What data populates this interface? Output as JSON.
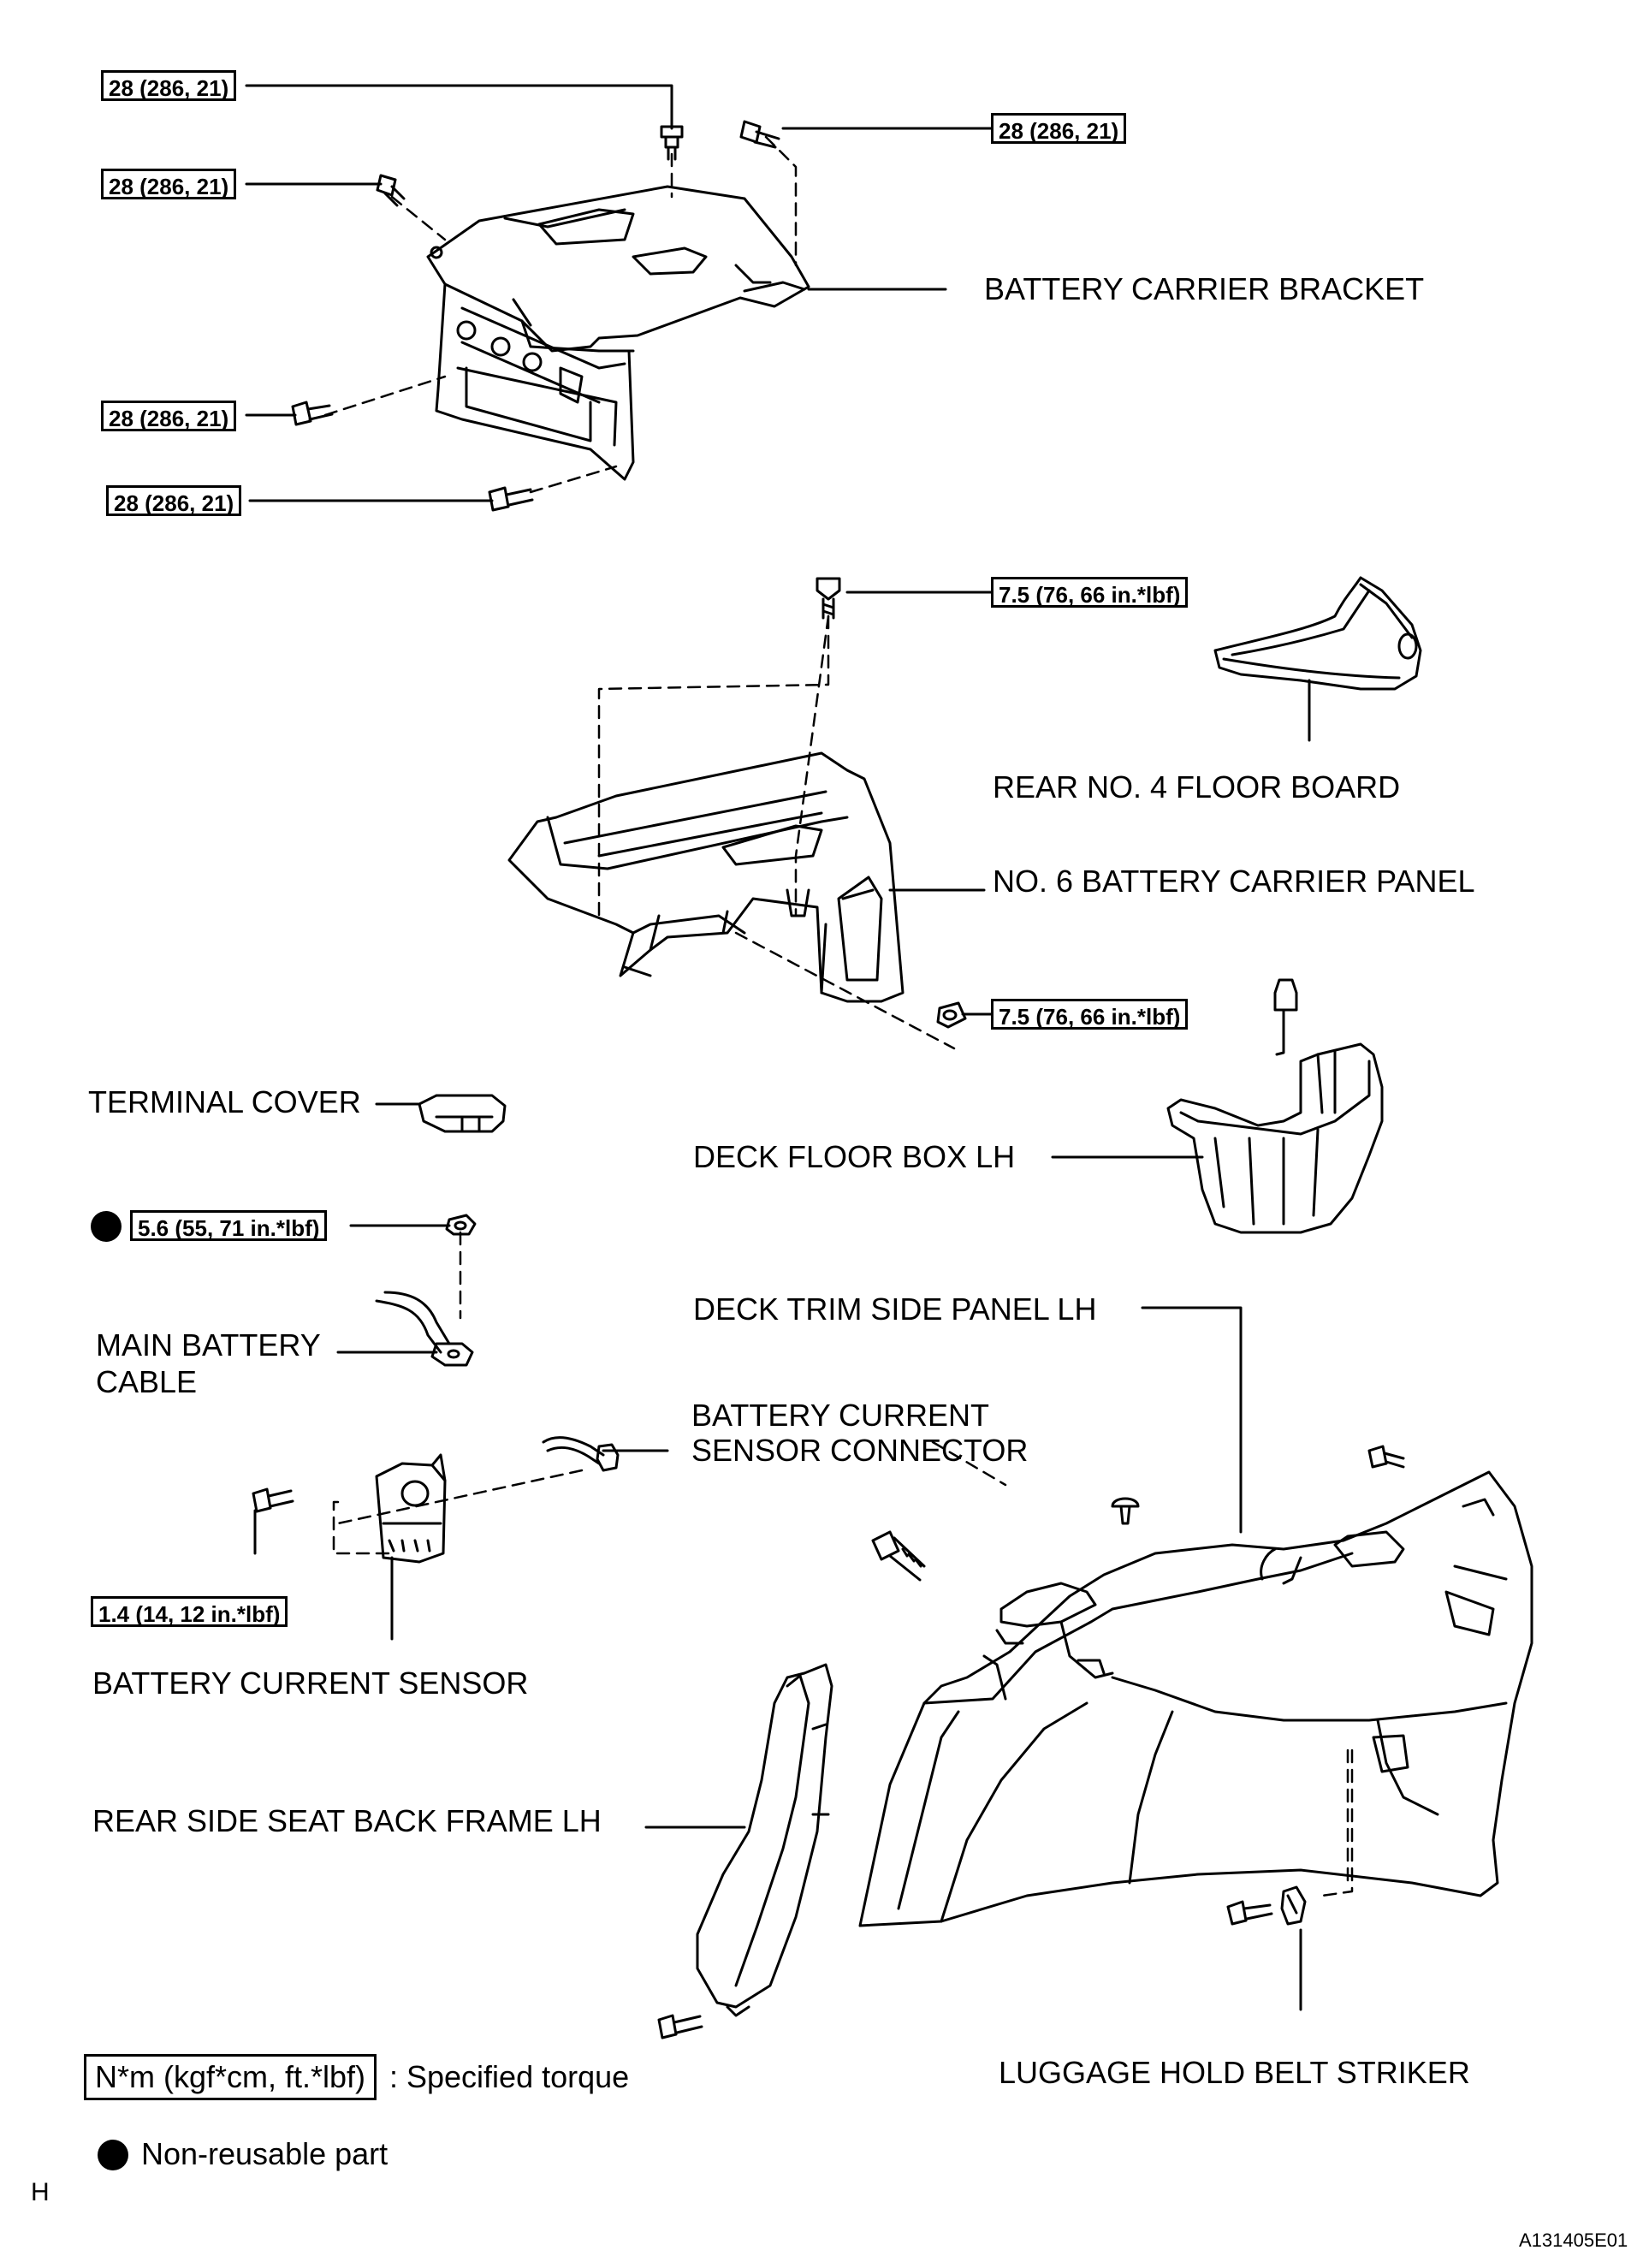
{
  "torques": {
    "bracket_top": "28 (286, 21)",
    "bracket_top_right": "28 (286, 21)",
    "bracket_left": "28 (286, 21)",
    "bracket_lower1": "28 (286, 21)",
    "bracket_lower2": "28 (286, 21)",
    "carrier_panel_top": "7.5 (76, 66 in.*lbf)",
    "carrier_panel_nut": "7.5 (76, 66 in.*lbf)",
    "cable_nut": "5.6 (55, 71 in.*lbf)",
    "sensor_bolt": "1.4 (14, 12 in.*lbf)"
  },
  "labels": {
    "battery_carrier_bracket": "BATTERY CARRIER BRACKET",
    "rear_no4_floor_board": "REAR NO. 4 FLOOR BOARD",
    "no6_battery_carrier_panel": "NO. 6 BATTERY CARRIER PANEL",
    "terminal_cover": "TERMINAL COVER",
    "deck_floor_box_lh": "DECK FLOOR BOX LH",
    "main_battery_cable_1": "MAIN BATTERY",
    "main_battery_cable_2": "CABLE",
    "deck_trim_side_panel_lh": "DECK TRIM SIDE PANEL LH",
    "battery_current_sensor_connector_1": "BATTERY CURRENT",
    "battery_current_sensor_connector_2": "SENSOR CONNECTOR",
    "battery_current_sensor": "BATTERY CURRENT SENSOR",
    "rear_side_seat_back_frame_lh": "REAR SIDE SEAT BACK FRAME LH",
    "luggage_hold_belt_striker": "LUGGAGE HOLD BELT STRIKER"
  },
  "legend": {
    "torque_unit": "N*m (kgf*cm, ft.*lbf)",
    "torque_desc": ": Specified torque",
    "non_reusable": "Non-reusable part"
  },
  "footer": {
    "letter": "H",
    "code": "A131405E01"
  }
}
